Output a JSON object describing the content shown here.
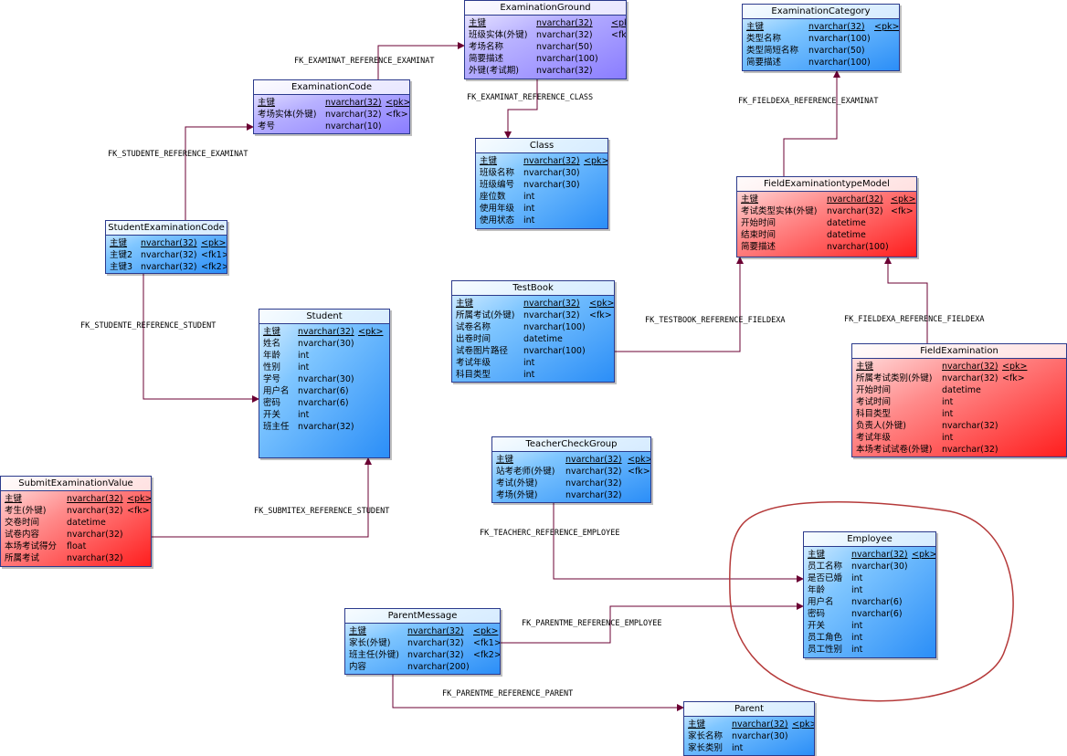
{
  "colors": {
    "link": "#6b0033",
    "annotation_circle": "#b53a3a"
  },
  "entities": {
    "examination_ground": {
      "title": "ExaminationGround",
      "rows": [
        {
          "col": "主键",
          "type": "nvarchar(32)",
          "key": "<pk>"
        },
        {
          "col": "班级实体(外键)",
          "type": "nvarchar(32)",
          "key": "<fk>"
        },
        {
          "col": "考场名称",
          "type": "nvarchar(50)",
          "key": ""
        },
        {
          "col": "简要描述",
          "type": "nvarchar(100)",
          "key": ""
        },
        {
          "col": "外键(考试期)",
          "type": "nvarchar(32)",
          "key": ""
        }
      ]
    },
    "examination_category": {
      "title": "ExaminationCategory",
      "rows": [
        {
          "col": "主键",
          "type": "nvarchar(32)",
          "key": "<pk>"
        },
        {
          "col": "类型名称",
          "type": "nvarchar(100)",
          "key": ""
        },
        {
          "col": "类型简短名称",
          "type": "nvarchar(50)",
          "key": ""
        },
        {
          "col": "简要描述",
          "type": "nvarchar(100)",
          "key": ""
        }
      ]
    },
    "examination_code": {
      "title": "ExaminationCode",
      "rows": [
        {
          "col": "主键",
          "type": "nvarchar(32)",
          "key": "<pk>"
        },
        {
          "col": "考场实体(外键)",
          "type": "nvarchar(32)",
          "key": "<fk>"
        },
        {
          "col": "考号",
          "type": "nvarchar(10)",
          "key": ""
        }
      ]
    },
    "class": {
      "title": "Class",
      "rows": [
        {
          "col": "主键",
          "type": "nvarchar(32)",
          "key": "<pk>"
        },
        {
          "col": "班级名称",
          "type": "nvarchar(30)",
          "key": ""
        },
        {
          "col": "班级编号",
          "type": "nvarchar(30)",
          "key": ""
        },
        {
          "col": "座位数",
          "type": "int",
          "key": ""
        },
        {
          "col": "使用年级",
          "type": "int",
          "key": ""
        },
        {
          "col": "使用状态",
          "type": "int",
          "key": ""
        }
      ]
    },
    "student_examination_code": {
      "title": "StudentExaminationCode",
      "rows": [
        {
          "col": "主键",
          "type": "nvarchar(32)",
          "key": "<pk>"
        },
        {
          "col": "主键2",
          "type": "nvarchar(32)",
          "key": "<fk1>"
        },
        {
          "col": "主键3",
          "type": "nvarchar(32)",
          "key": "<fk2>"
        }
      ]
    },
    "field_examination_type_model": {
      "title": "FieldExaminationtypeModel",
      "rows": [
        {
          "col": "主键",
          "type": "nvarchar(32)",
          "key": "<pk>"
        },
        {
          "col": "考试类型实体(外键)",
          "type": "nvarchar(32)",
          "key": "<fk>"
        },
        {
          "col": "开始时间",
          "type": "datetime",
          "key": ""
        },
        {
          "col": "结束时间",
          "type": "datetime",
          "key": ""
        },
        {
          "col": "简要描述",
          "type": "nvarchar(100)",
          "key": ""
        }
      ]
    },
    "student": {
      "title": "Student",
      "rows": [
        {
          "col": "主键",
          "type": "nvarchar(32)",
          "key": "<pk>"
        },
        {
          "col": "姓名",
          "type": "nvarchar(30)",
          "key": ""
        },
        {
          "col": "年龄",
          "type": "int",
          "key": ""
        },
        {
          "col": "性别",
          "type": "int",
          "key": ""
        },
        {
          "col": "学号",
          "type": "nvarchar(30)",
          "key": ""
        },
        {
          "col": "用户名",
          "type": "nvarchar(6)",
          "key": ""
        },
        {
          "col": "密码",
          "type": "nvarchar(6)",
          "key": ""
        },
        {
          "col": "开关",
          "type": "int",
          "key": ""
        },
        {
          "col": "班主任",
          "type": "nvarchar(32)",
          "key": ""
        }
      ]
    },
    "test_book": {
      "title": "TestBook",
      "rows": [
        {
          "col": "主键",
          "type": "nvarchar(32)",
          "key": "<pk>"
        },
        {
          "col": "所属考试(外键)",
          "type": "nvarchar(32)",
          "key": "<fk>"
        },
        {
          "col": "试卷名称",
          "type": "nvarchar(100)",
          "key": ""
        },
        {
          "col": "出卷时间",
          "type": "datetime",
          "key": ""
        },
        {
          "col": "试卷图片路径",
          "type": "nvarchar(100)",
          "key": ""
        },
        {
          "col": "考试年级",
          "type": "int",
          "key": ""
        },
        {
          "col": "科目类型",
          "type": "int",
          "key": ""
        }
      ]
    },
    "field_examination": {
      "title": "FieldExamination",
      "rows": [
        {
          "col": "主键",
          "type": "nvarchar(32)",
          "key": "<pk>"
        },
        {
          "col": "所属考试类别(外键)",
          "type": "nvarchar(32)",
          "key": "<fk>"
        },
        {
          "col": "开始时间",
          "type": "datetime",
          "key": ""
        },
        {
          "col": "考试时间",
          "type": "int",
          "key": ""
        },
        {
          "col": "科目类型",
          "type": "int",
          "key": ""
        },
        {
          "col": "负责人(外键)",
          "type": "nvarchar(32)",
          "key": ""
        },
        {
          "col": "考试年级",
          "type": "int",
          "key": ""
        },
        {
          "col": "本场考试试卷(外键)",
          "type": "nvarchar(32)",
          "key": ""
        }
      ]
    },
    "teacher_check_group": {
      "title": "TeacherCheckGroup",
      "rows": [
        {
          "col": "主键",
          "type": "nvarchar(32)",
          "key": "<pk>"
        },
        {
          "col": "站考老师(外键)",
          "type": "nvarchar(32)",
          "key": "<fk>"
        },
        {
          "col": "考试(外键)",
          "type": "nvarchar(32)",
          "key": ""
        },
        {
          "col": "考场(外键)",
          "type": "nvarchar(32)",
          "key": ""
        }
      ]
    },
    "submit_examination_value": {
      "title": "SubmitExaminationValue",
      "rows": [
        {
          "col": "主键",
          "type": "nvarchar(32)",
          "key": "<pk>"
        },
        {
          "col": "考生(外键)",
          "type": "nvarchar(32)",
          "key": "<fk>"
        },
        {
          "col": "交卷时间",
          "type": "datetime",
          "key": ""
        },
        {
          "col": "试卷内容",
          "type": "nvarchar(32)",
          "key": ""
        },
        {
          "col": "本场考试得分",
          "type": "float",
          "key": ""
        },
        {
          "col": "所属考试",
          "type": "nvarchar(32)",
          "key": ""
        }
      ]
    },
    "employee": {
      "title": "Employee",
      "rows": [
        {
          "col": "主键",
          "type": "nvarchar(32)",
          "key": "<pk>"
        },
        {
          "col": "员工名称",
          "type": "nvarchar(30)",
          "key": ""
        },
        {
          "col": "是否已婚",
          "type": "int",
          "key": ""
        },
        {
          "col": "年龄",
          "type": "int",
          "key": ""
        },
        {
          "col": "用户名",
          "type": "nvarchar(6)",
          "key": ""
        },
        {
          "col": "密码",
          "type": "nvarchar(6)",
          "key": ""
        },
        {
          "col": "开关",
          "type": "int",
          "key": ""
        },
        {
          "col": "员工角色",
          "type": "int",
          "key": ""
        },
        {
          "col": "员工性别",
          "type": "int",
          "key": ""
        }
      ]
    },
    "parent_message": {
      "title": "ParentMessage",
      "rows": [
        {
          "col": "主键",
          "type": "nvarchar(32)",
          "key": "<pk>"
        },
        {
          "col": "家长(外键)",
          "type": "nvarchar(32)",
          "key": "<fk1>"
        },
        {
          "col": "班主任(外键)",
          "type": "nvarchar(32)",
          "key": "<fk2>"
        },
        {
          "col": "内容",
          "type": "nvarchar(200)",
          "key": ""
        }
      ]
    },
    "parent": {
      "title": "Parent",
      "rows": [
        {
          "col": "主键",
          "type": "nvarchar(32)",
          "key": "<pk>"
        },
        {
          "col": "家长名称",
          "type": "nvarchar(30)",
          "key": ""
        },
        {
          "col": "家长类别",
          "type": "int",
          "key": ""
        }
      ]
    }
  },
  "links": {
    "code_to_ground": "FK_EXAMINAT_REFERENCE_EXAMINAT",
    "ground_to_class": "FK_EXAMINAT_REFERENCE_CLASS",
    "student_code_to_code": "FK_STUDENTE_REFERENCE_EXAMINAT",
    "student_code_to_student": "FK_STUDENTE_REFERENCE_STUDENT",
    "fetm_to_category": "FK_FIELDEXA_REFERENCE_EXAMINAT",
    "testbook_to_fetm": "FK_TESTBOOK_REFERENCE_FIELDEXA",
    "fe_to_fetm": "FK_FIELDEXA_REFERENCE_FIELDEXA",
    "submit_to_student": "FK_SUBMITEX_REFERENCE_STUDENT",
    "teacher_to_employee": "FK_TEACHERC_REFERENCE_EMPLOYEE",
    "parentmsg_to_employee": "FK_PARENTME_REFERENCE_EMPLOYEE",
    "parentmsg_to_parent": "FK_PARENTME_REFERENCE_PARENT"
  }
}
